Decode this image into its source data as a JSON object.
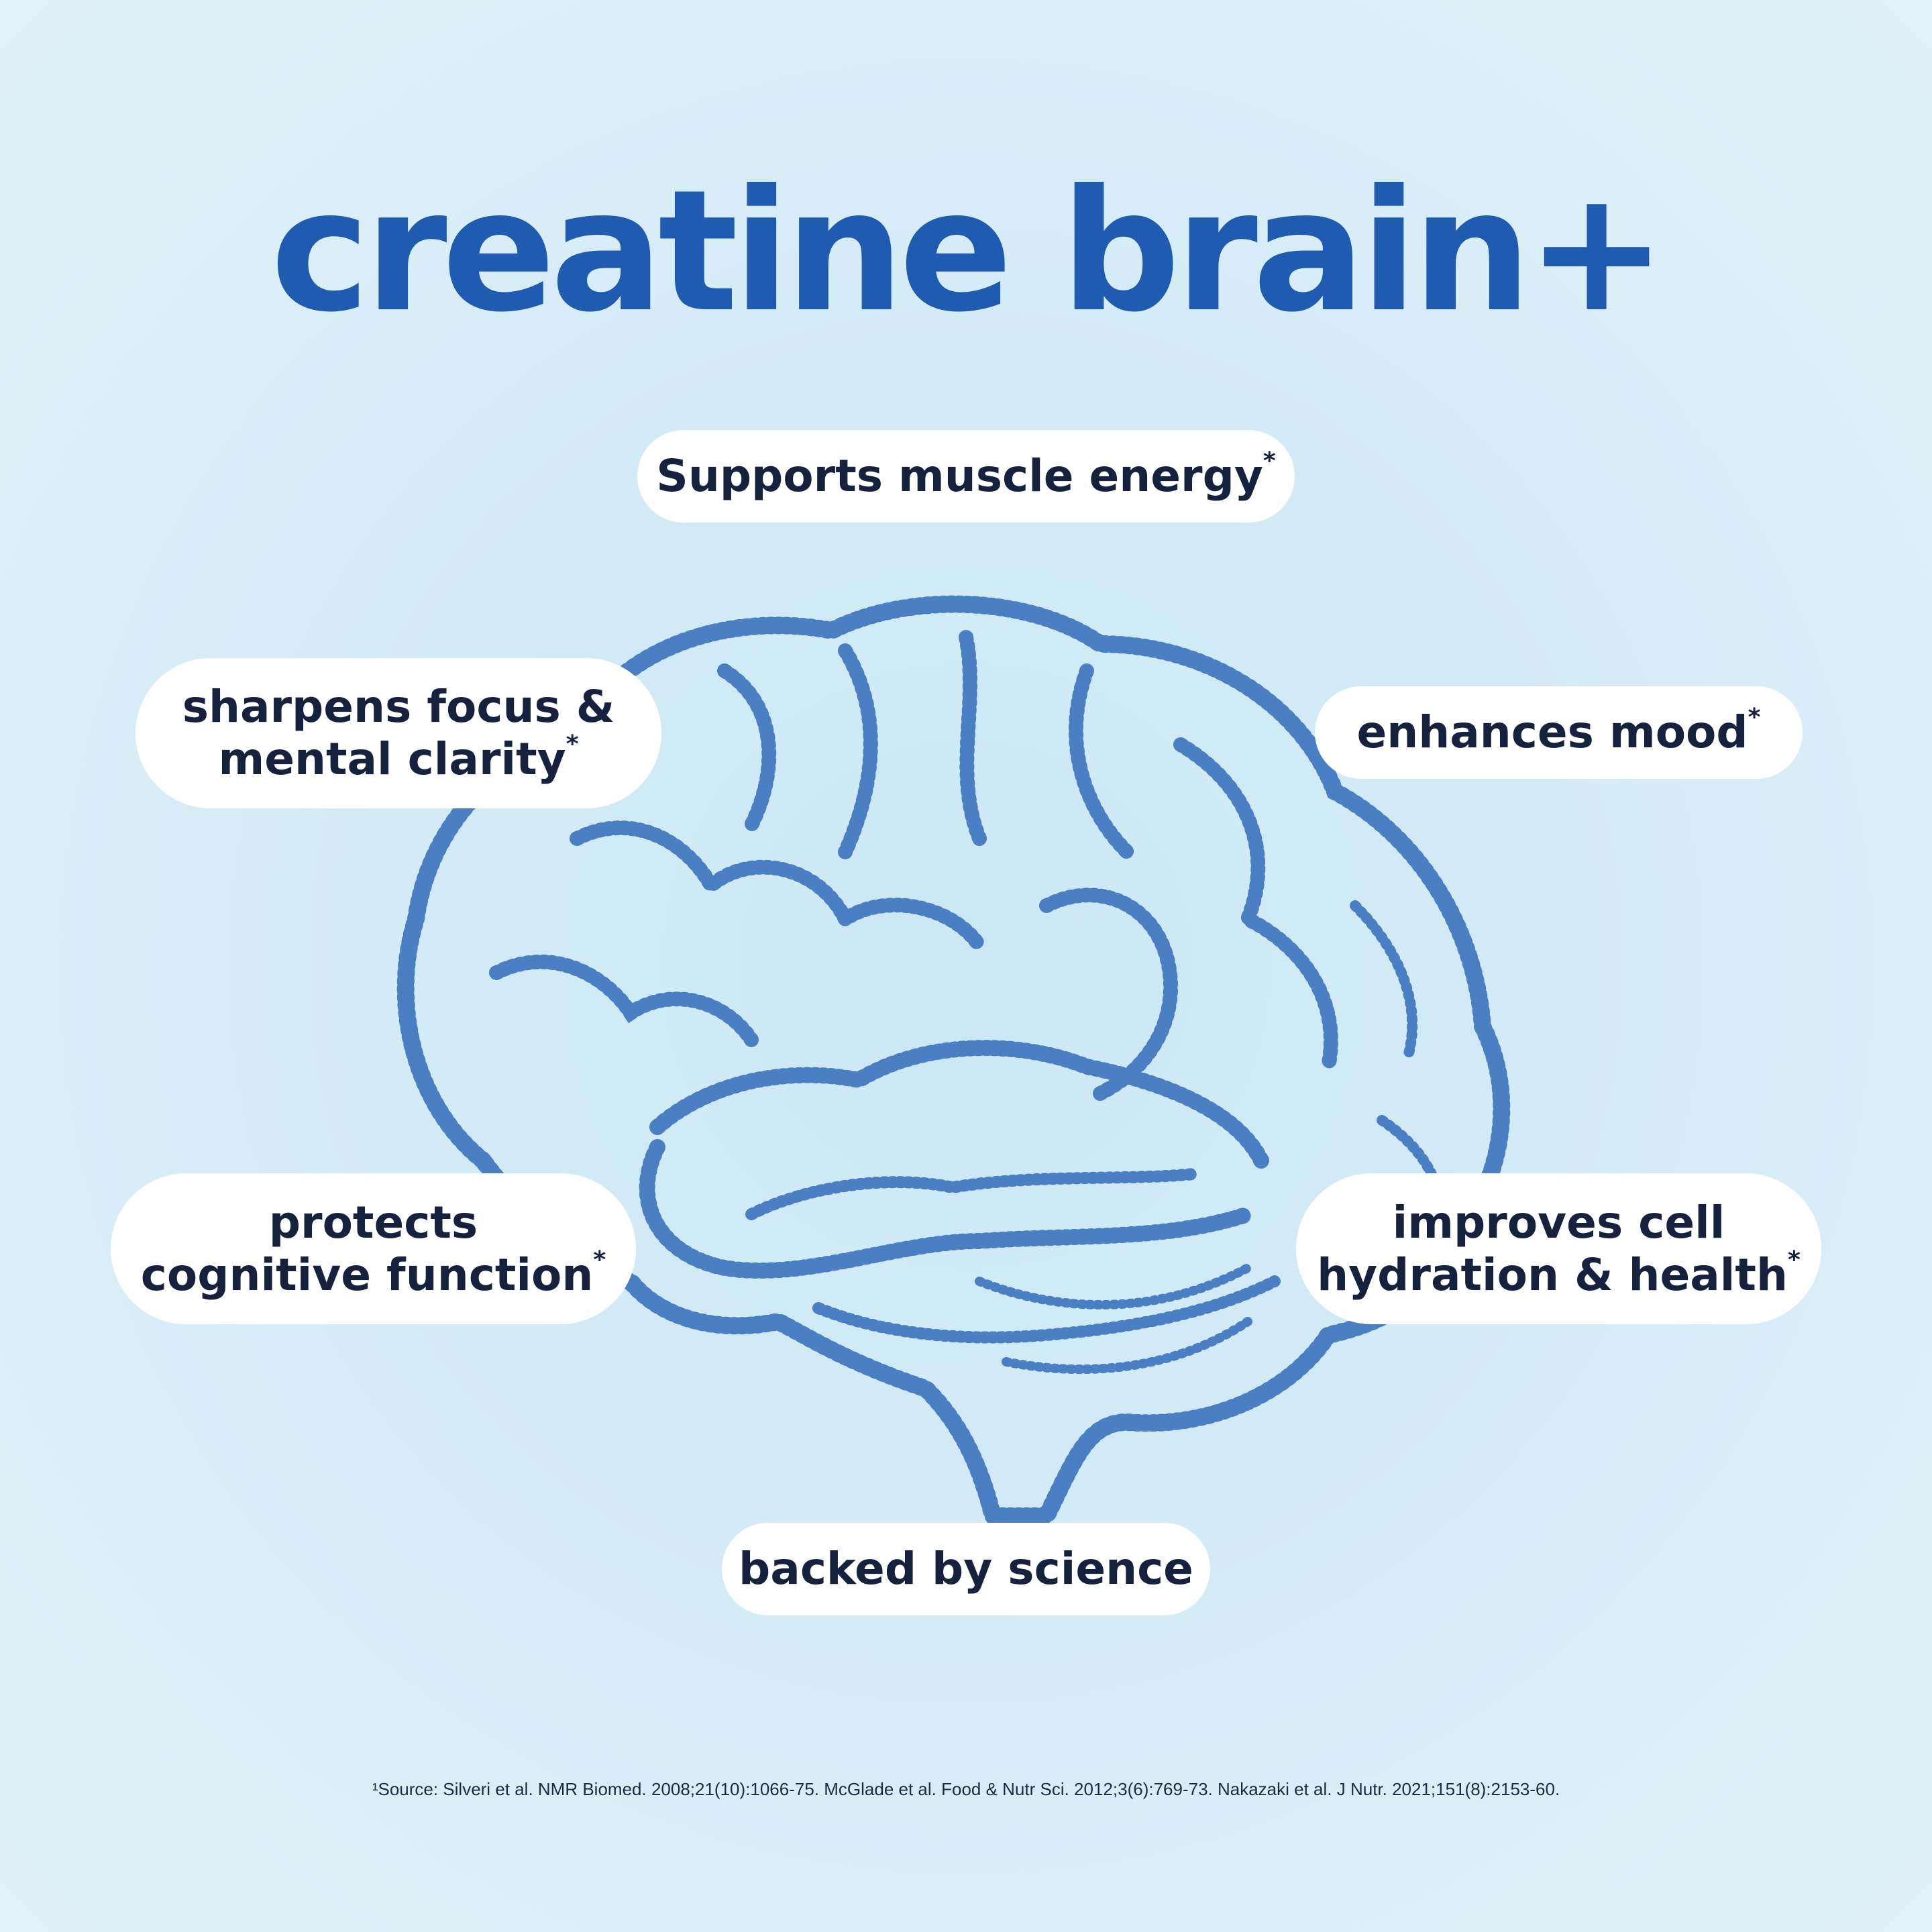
{
  "title": "creatine brain+",
  "benefits": {
    "muscle": {
      "text": "Supports muscle energy",
      "mark": "*"
    },
    "focus": {
      "line1": "sharpens focus &",
      "line2": "mental clarity",
      "mark": "*"
    },
    "mood": {
      "text": "enhances mood",
      "mark": "*"
    },
    "cognitive": {
      "line1": "protects",
      "line2": "cognitive function",
      "mark": "*"
    },
    "hydration": {
      "line1": "improves cell",
      "line2": "hydration & health",
      "mark": "*"
    },
    "science": {
      "text": "backed by science"
    }
  },
  "footnote": "¹Source: Silveri et al. NMR Biomed. 2008;21(10):1066-75.  McGlade et al. Food & Nutr Sci. 2012;3(6):769-73.  Nakazaki et al. J Nutr. 2021;151(8):2153-60.",
  "colors": {
    "title": "#1f5bb0",
    "brain": "#4a7fc4",
    "text": "#16213d"
  }
}
